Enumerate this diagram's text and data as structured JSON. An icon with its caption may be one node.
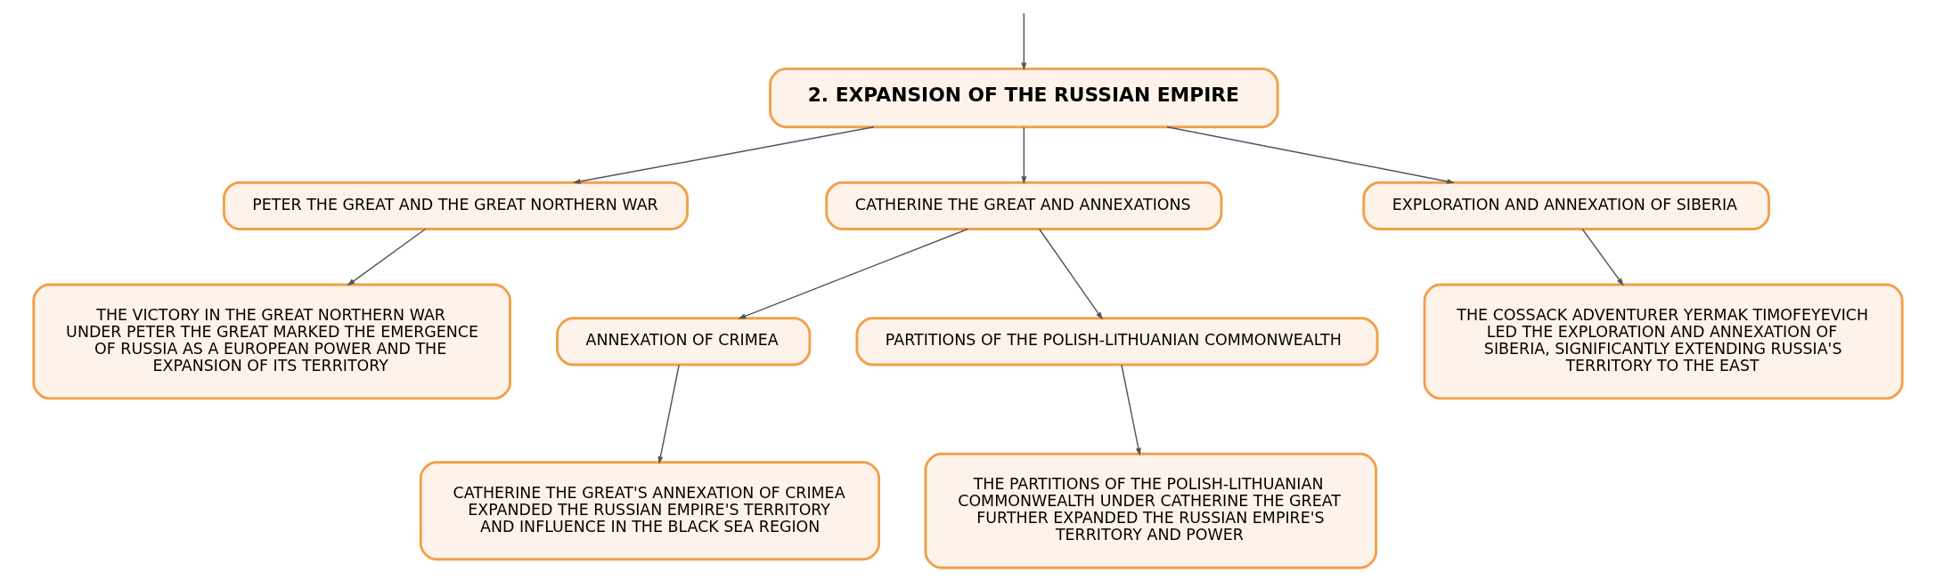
{
  "diagram": {
    "nodes": [
      {
        "text": [
          "2. EXPANSION OF THE RUSSIAN EMPIRE"
        ]
      },
      {
        "text": [
          "PETER THE GREAT AND THE GREAT NORTHERN WAR"
        ]
      },
      {
        "text": [
          "THE VICTORY IN THE GREAT NORTHERN WAR UNDER PETER THE GREAT MARKED THE EMERGENCE OF RUSSIA AS A EUROPEAN POWER AND THE EXPANSION OF ITS TERRITORY"
        ]
      },
      {
        "text": [
          "CATHERINE THE GREAT AND ANNEXATIONS"
        ]
      },
      {
        "text": [
          "ANNEXATION OF CRIMEA"
        ]
      },
      {
        "text": [
          "CATHERINE THE GREAT'S ANNEXATION OF CRIMEA EXPANDED THE RUSSIAN EMPIRE'S TERRITORY AND INFLUENCE IN THE BLACK SEA REGION"
        ]
      },
      {
        "text": [
          "PARTITIONS OF THE POLISH-LITHUANIAN COMMONWEALTH"
        ]
      },
      {
        "text": [
          "THE PARTITIONS OF THE POLISH-LITHUANIAN COMMONWEALTH UNDER CATHERINE THE GREAT FURTHER EXPANDED THE RUSSIAN EMPIRE'S TERRITORY AND POWER"
        ]
      },
      {
        "text": [
          "EXPLORATION AND ANNEXATION OF SIBERIA"
        ]
      },
      {
        "text": [
          "THE COSSACK ADVENTURER YERMAK TIMOFEYEVICH LED THE EXPLORATION AND ANNEXATION OF SIBERIA, SIGNIFICANTLY EXTENDING RUSSIA'S TERRITORY TO THE EAST"
        ]
      }
    ],
    "edges": [
      {
        "from": null,
        "to": 0,
        "arrow": "to"
      },
      {
        "from": 0,
        "to": 1,
        "arrow": "to"
      },
      {
        "from": 1,
        "to": 2,
        "arrow": "to"
      },
      {
        "from": 0,
        "to": 3,
        "arrow": "to"
      },
      {
        "from": 3,
        "to": 4,
        "arrow": "to"
      },
      {
        "from": 4,
        "to": 5,
        "arrow": "to"
      },
      {
        "from": 3,
        "to": 6,
        "arrow": "to"
      },
      {
        "from": 6,
        "to": 7,
        "arrow": "to"
      },
      {
        "from": 0,
        "to": 8,
        "arrow": "to"
      },
      {
        "from": 8,
        "to": 9,
        "arrow": "to"
      }
    ]
  }
}
